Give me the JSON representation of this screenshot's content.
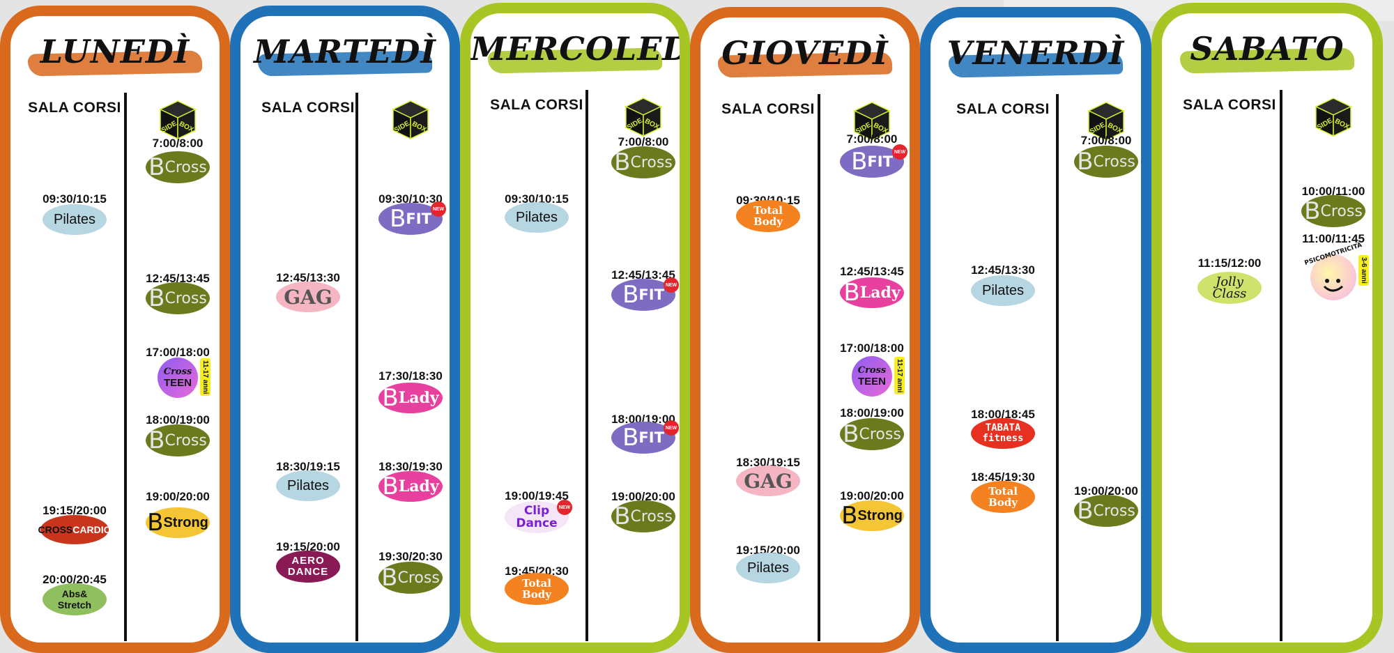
{
  "sala_label": "SALA CORSI",
  "logo_text": [
    "SIDE",
    "BOX"
  ],
  "new_label": "NEW",
  "colors": {
    "orange": "#d9691d",
    "blue": "#1f72b8",
    "green": "#a7c623"
  },
  "classes": {
    "bcross": {
      "big": "B",
      "rest": "Cross"
    },
    "bfit": {
      "big": "B",
      "rest": "FIT"
    },
    "blady": {
      "big": "B",
      "rest": "Lady"
    },
    "bstrong": {
      "big": "B",
      "rest": "Strong"
    },
    "pilates": "Pilates",
    "total_body": [
      "Total",
      "Body"
    ],
    "gag": "GAG",
    "aero_dance": [
      "AERO",
      "DANCE"
    ],
    "tabata": [
      "TABATA",
      "fitness"
    ],
    "crosscardio": [
      "CROSS",
      "CARDIO"
    ],
    "abs": [
      "Abs&",
      "Stretch"
    ],
    "clip_dance": [
      "Clip",
      "Dance"
    ],
    "jolly": [
      "Jolly",
      "Class"
    ],
    "crossteen": [
      "Cross",
      "TEEN"
    ],
    "teen_age": "11-17 anni",
    "psico": "PSICOMOTRICITÀ",
    "psico_age": "3-6 anni"
  },
  "days": [
    {
      "name": "LUNEDÌ",
      "sala": [
        {
          "time": "09:30/10:15",
          "cls": "pilates"
        },
        {
          "time": "19:15/20:00",
          "cls": "crosscardio"
        },
        {
          "time": "20:00/20:45",
          "cls": "abs"
        }
      ],
      "box": [
        {
          "time": "7:00/8:00",
          "cls": "bcross"
        },
        {
          "time": "12:45/13:45",
          "cls": "bcross"
        },
        {
          "time": "17:00/18:00",
          "cls": "crossteen"
        },
        {
          "time": "18:00/19:00",
          "cls": "bcross"
        },
        {
          "time": "19:00/20:00",
          "cls": "bstrong"
        }
      ]
    },
    {
      "name": "MARTEDÌ",
      "sala": [
        {
          "time": "12:45/13:30",
          "cls": "gag"
        },
        {
          "time": "18:30/19:15",
          "cls": "pilates"
        },
        {
          "time": "19:15/20:00",
          "cls": "aero_dance"
        }
      ],
      "box": [
        {
          "time": "09:30/10:30",
          "cls": "bfit",
          "new": true
        },
        {
          "time": "17:30/18:30",
          "cls": "blady"
        },
        {
          "time": "18:30/19:30",
          "cls": "blady"
        },
        {
          "time": "19:30/20:30",
          "cls": "bcross"
        }
      ]
    },
    {
      "name": "MERCOLEDÌ",
      "sala": [
        {
          "time": "09:30/10:15",
          "cls": "pilates"
        },
        {
          "time": "19:00/19:45",
          "cls": "clip_dance",
          "new": true
        },
        {
          "time": "19:45/20:30",
          "cls": "total_body"
        }
      ],
      "box": [
        {
          "time": "7:00/8:00",
          "cls": "bcross"
        },
        {
          "time": "12:45/13:45",
          "cls": "bfit",
          "new": true
        },
        {
          "time": "18:00/19:00",
          "cls": "bfit",
          "new": true
        },
        {
          "time": "19:00/20:00",
          "cls": "bcross"
        }
      ]
    },
    {
      "name": "GIOVEDÌ",
      "sala": [
        {
          "time": "09:30/10:15",
          "cls": "total_body"
        },
        {
          "time": "18:30/19:15",
          "cls": "gag"
        },
        {
          "time": "19:15/20:00",
          "cls": "pilates"
        }
      ],
      "box": [
        {
          "time": "7:00/8:00",
          "cls": "bfit",
          "new": true
        },
        {
          "time": "12:45/13:45",
          "cls": "blady"
        },
        {
          "time": "17:00/18:00",
          "cls": "crossteen"
        },
        {
          "time": "18:00/19:00",
          "cls": "bcross"
        },
        {
          "time": "19:00/20:00",
          "cls": "bstrong"
        }
      ]
    },
    {
      "name": "VENERDÌ",
      "sala": [
        {
          "time": "12:45/13:30",
          "cls": "pilates"
        },
        {
          "time": "18:00/18:45",
          "cls": "tabata"
        },
        {
          "time": "18:45/19:30",
          "cls": "total_body"
        }
      ],
      "box": [
        {
          "time": "7:00/8:00",
          "cls": "bcross"
        },
        {
          "time": "19:00/20:00",
          "cls": "bcross"
        }
      ]
    },
    {
      "name": "SABATO",
      "sala": [
        {
          "time": "11:15/12:00",
          "cls": "jolly"
        }
      ],
      "box": [
        {
          "time": "10:00/11:00",
          "cls": "bcross"
        },
        {
          "time": "11:00/11:45",
          "cls": "psico"
        }
      ]
    }
  ]
}
